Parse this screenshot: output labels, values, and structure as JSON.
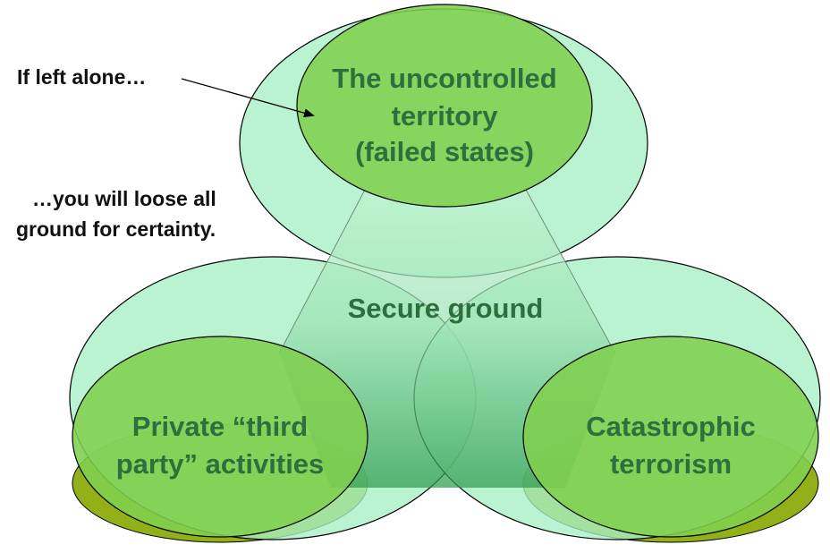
{
  "annotations": {
    "if_left_alone": "If left alone…",
    "consequence_line1": "…you will loose all",
    "consequence_line2": "ground for certainty."
  },
  "circles": {
    "top": {
      "line1": "The uncontrolled",
      "line2": "territory",
      "line3": "(failed states)"
    },
    "left": {
      "line1": "Private “third",
      "line2": "party” activities"
    },
    "right": {
      "line1": "Catastrophic",
      "line2": "terrorism"
    }
  },
  "center": {
    "label": "Secure ground"
  },
  "colors": {
    "outer_fill": "#a6f0c4",
    "inner_fill": "#7fcf4e",
    "shadow_fill": "#93b018",
    "label_text": "#2f6e3d",
    "outline": "#000000"
  }
}
